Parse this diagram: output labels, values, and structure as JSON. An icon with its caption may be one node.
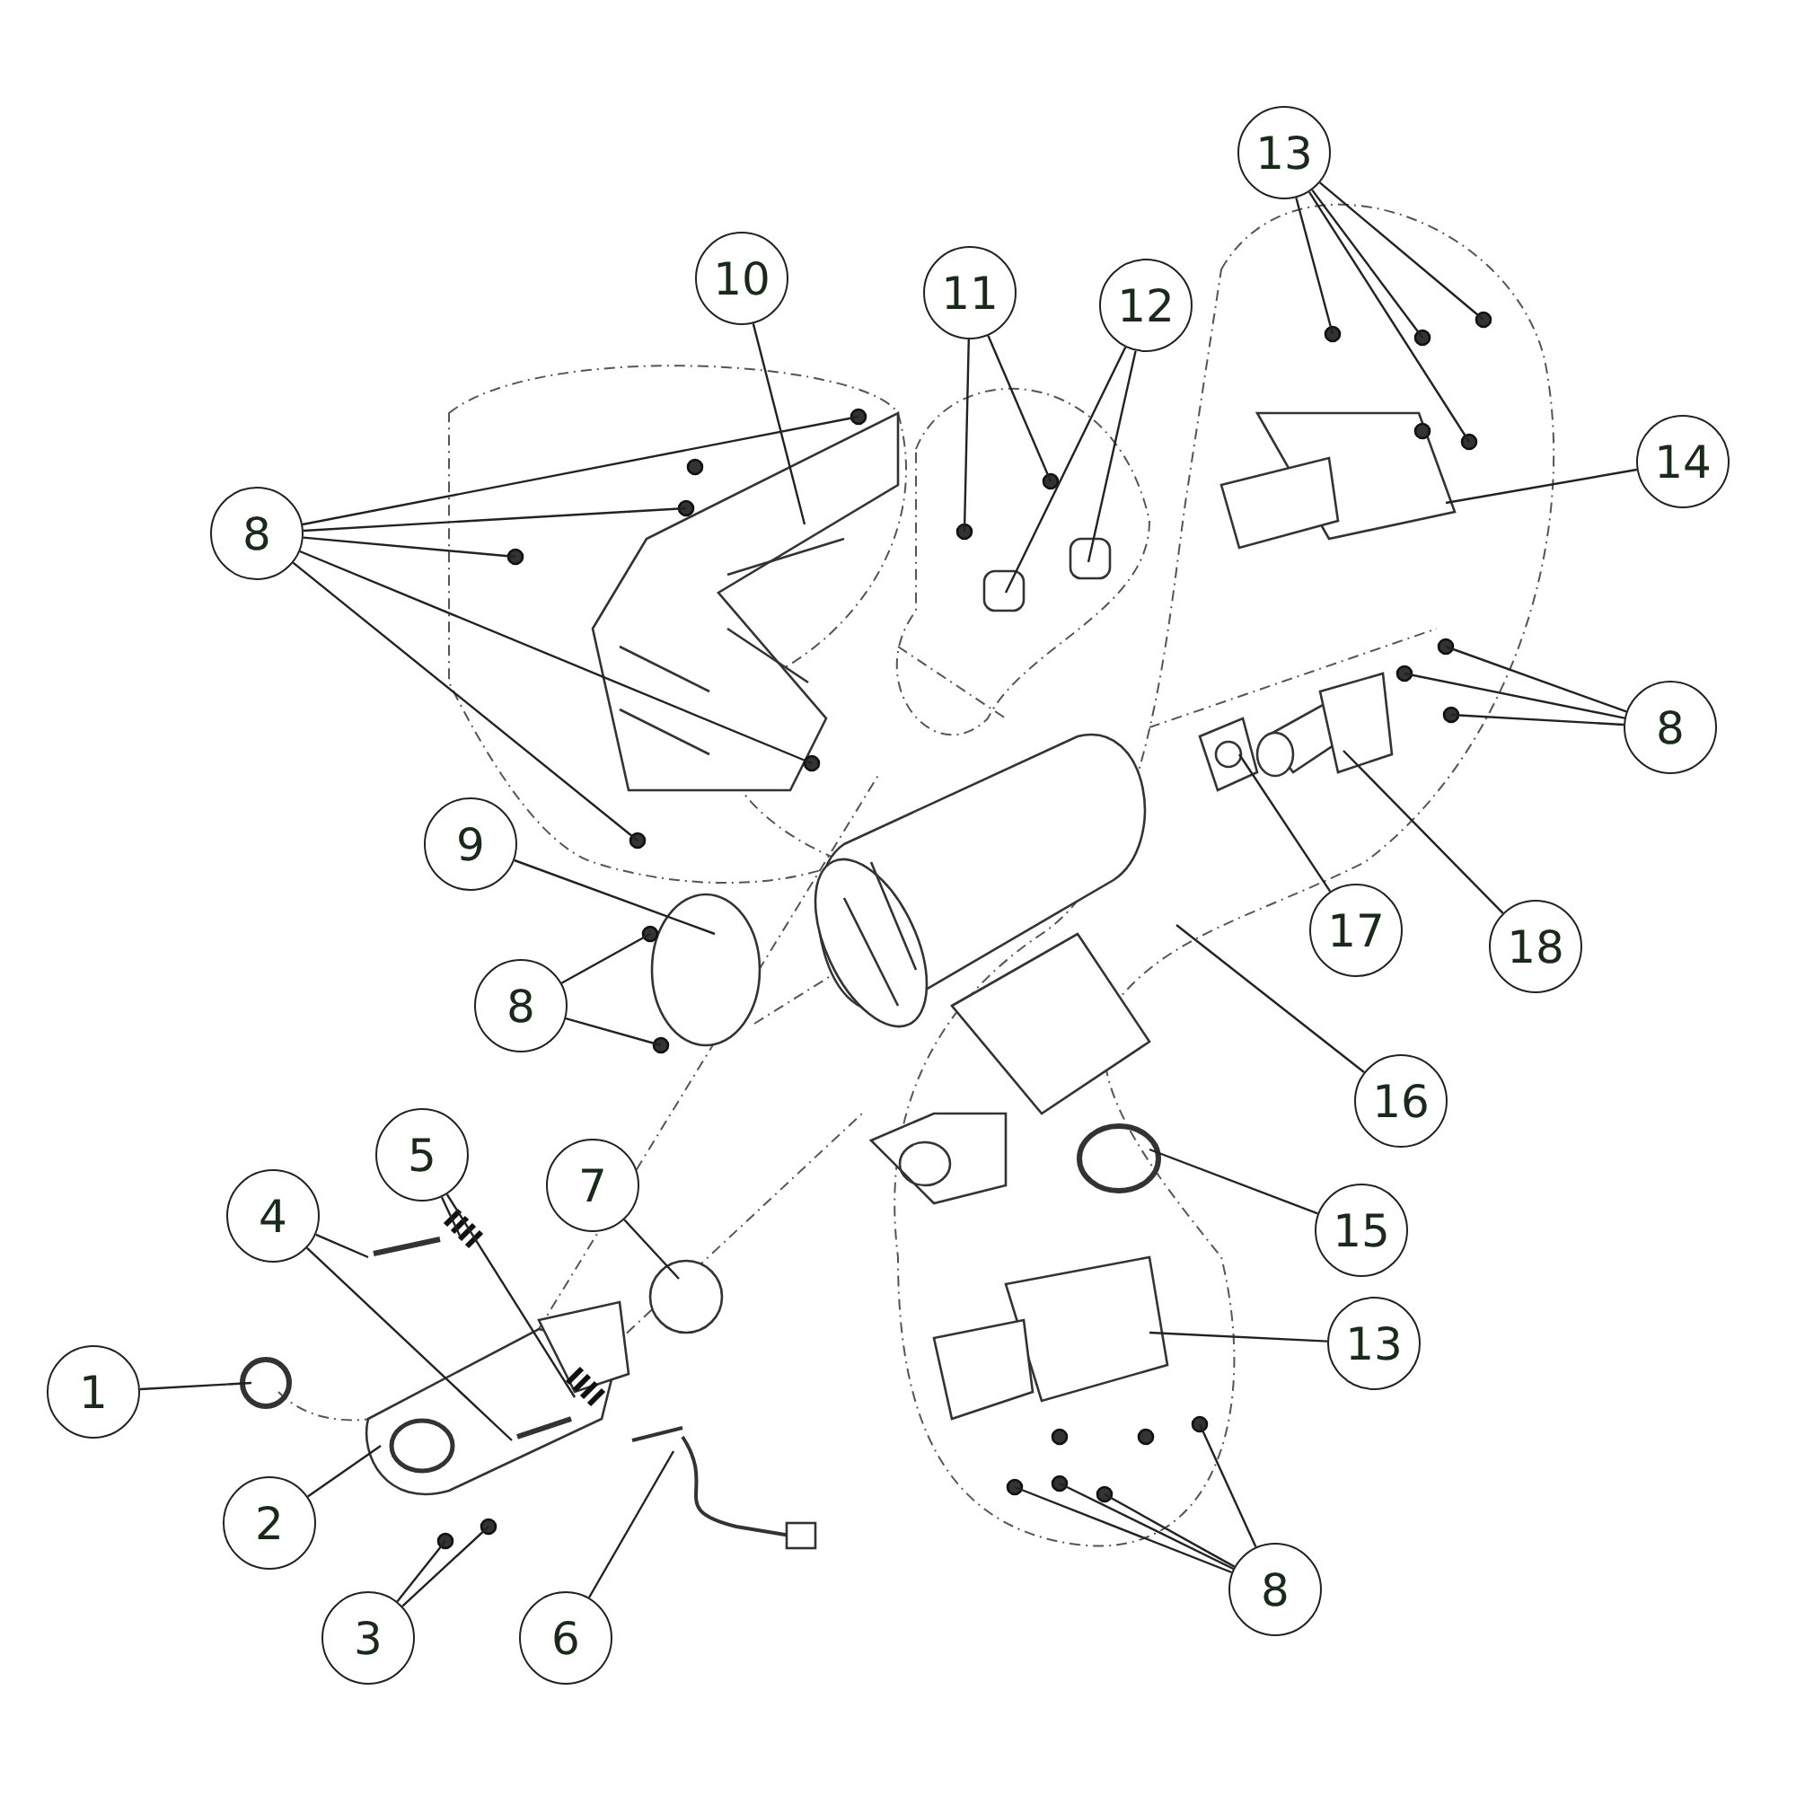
{
  "diagram": {
    "nodes": [
      {
        "text": [
          "13"
        ]
      },
      {
        "text": [
          "10"
        ]
      },
      {
        "text": [
          "11"
        ]
      },
      {
        "text": [
          "12"
        ]
      },
      {
        "text": [
          "14"
        ]
      },
      {
        "text": [
          "8"
        ]
      },
      {
        "text": [
          "8"
        ]
      },
      {
        "text": [
          "9"
        ]
      },
      {
        "text": [
          "17"
        ]
      },
      {
        "text": [
          "18"
        ]
      },
      {
        "text": [
          "8"
        ]
      },
      {
        "text": [
          "16"
        ]
      },
      {
        "text": [
          "5"
        ]
      },
      {
        "text": [
          "7"
        ]
      },
      {
        "text": [
          "4"
        ]
      },
      {
        "text": [
          "15"
        ]
      },
      {
        "text": [
          "13"
        ]
      },
      {
        "text": [
          "1"
        ]
      },
      {
        "text": [
          "2"
        ]
      },
      {
        "text": [
          "8"
        ]
      },
      {
        "text": [
          "3"
        ]
      },
      {
        "text": [
          "6"
        ]
      }
    ],
    "edges": [
      {
        "from": 0,
        "to": null,
        "arrow": "none"
      },
      {
        "from": 0,
        "to": null,
        "arrow": "none"
      },
      {
        "from": 0,
        "to": null,
        "arrow": "none"
      },
      {
        "from": 0,
        "to": null,
        "arrow": "none"
      },
      {
        "from": 1,
        "to": null,
        "arrow": "none"
      },
      {
        "from": 2,
        "to": null,
        "arrow": "none"
      },
      {
        "from": 2,
        "to": null,
        "arrow": "none"
      },
      {
        "from": 3,
        "to": null,
        "arrow": "none"
      },
      {
        "from": 3,
        "to": null,
        "arrow": "none"
      },
      {
        "from": 4,
        "to": null,
        "arrow": "none"
      },
      {
        "from": 5,
        "to": null,
        "arrow": "none"
      },
      {
        "from": 5,
        "to": null,
        "arrow": "none"
      },
      {
        "from": 5,
        "to": null,
        "arrow": "none"
      },
      {
        "from": 5,
        "to": null,
        "arrow": "none"
      },
      {
        "from": 5,
        "to": null,
        "arrow": "none"
      },
      {
        "from": 6,
        "to": null,
        "arrow": "none"
      },
      {
        "from": 6,
        "to": null,
        "arrow": "none"
      },
      {
        "from": 6,
        "to": null,
        "arrow": "none"
      },
      {
        "from": 7,
        "to": null,
        "arrow": "none"
      },
      {
        "from": 8,
        "to": null,
        "arrow": "none"
      },
      {
        "from": 9,
        "to": null,
        "arrow": "none"
      },
      {
        "from": 10,
        "to": null,
        "arrow": "none"
      },
      {
        "from": 10,
        "to": null,
        "arrow": "none"
      },
      {
        "from": 11,
        "to": null,
        "arrow": "none"
      },
      {
        "from": 12,
        "to": null,
        "arrow": "none"
      },
      {
        "from": 12,
        "to": null,
        "arrow": "none"
      },
      {
        "from": 13,
        "to": null,
        "arrow": "none"
      },
      {
        "from": 14,
        "to": null,
        "arrow": "none"
      },
      {
        "from": 14,
        "to": null,
        "arrow": "none"
      },
      {
        "from": 15,
        "to": null,
        "arrow": "none"
      },
      {
        "from": 16,
        "to": null,
        "arrow": "none"
      },
      {
        "from": 17,
        "to": null,
        "arrow": "none"
      },
      {
        "from": 18,
        "to": null,
        "arrow": "none"
      },
      {
        "from": 19,
        "to": null,
        "arrow": "none"
      },
      {
        "from": 19,
        "to": null,
        "arrow": "none"
      },
      {
        "from": 19,
        "to": null,
        "arrow": "none"
      },
      {
        "from": 19,
        "to": null,
        "arrow": "none"
      },
      {
        "from": 20,
        "to": null,
        "arrow": "none"
      },
      {
        "from": 20,
        "to": null,
        "arrow": "none"
      },
      {
        "from": 21,
        "to": null,
        "arrow": "none"
      }
    ]
  }
}
